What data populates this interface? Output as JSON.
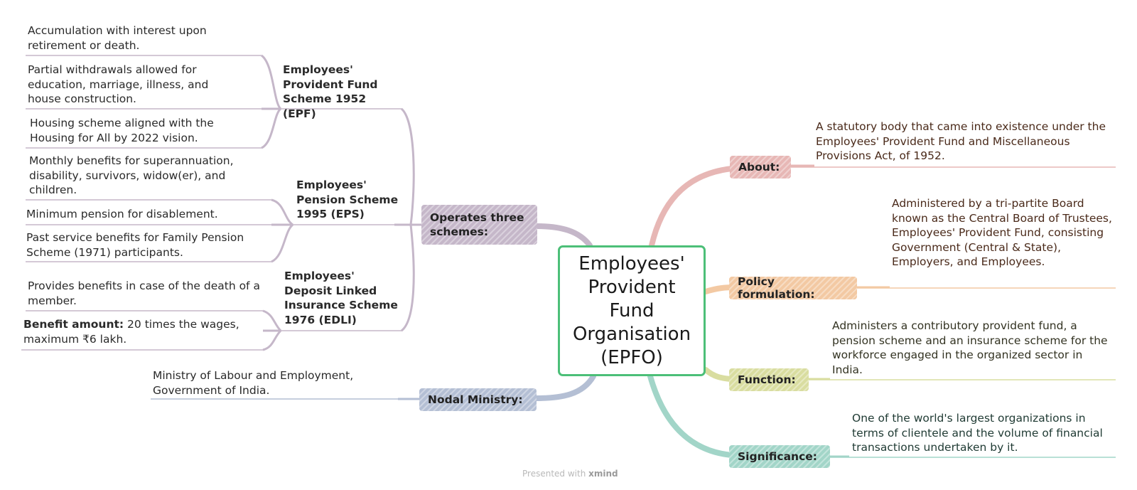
{
  "central": {
    "title": "Employees' Provident Fund Organisation (EPFO)"
  },
  "branches": {
    "about": {
      "label": "About:",
      "text": "A statutory body that came into existence under the Employees' Provident Fund and Miscellaneous Provisions Act, of 1952."
    },
    "policy": {
      "label": "Policy formulation:",
      "text": "Administered by a tri-partite Board known as the Central Board of Trustees, Employees' Provident Fund, consisting Government (Central & State), Employers, and Employees."
    },
    "function": {
      "label": "Function:",
      "text": "Administers a contributory provident fund, a pension scheme and an insurance scheme for the workforce engaged in the organized sector in India."
    },
    "significance": {
      "label": "Significance:",
      "text": "One of the world's largest organizations in terms of clientele and the volume of financial transactions undertaken by it."
    },
    "nodal": {
      "label": "Nodal Ministry:",
      "text": "Ministry of Labour and Employment, Government of India."
    },
    "schemes": {
      "label": "Operates three schemes:",
      "items": [
        {
          "title": "Employees' Provident Fund Scheme 1952 (EPF)",
          "points": [
            "Accumulation with interest upon retirement or death.",
            "Partial withdrawals allowed for education, marriage, illness, and house construction.",
            "Housing scheme aligned with the Housing for All by 2022 vision."
          ]
        },
        {
          "title": "Employees' Pension Scheme 1995 (EPS)",
          "points": [
            "Monthly benefits for superannuation, disability, survivors, widow(er), and children.",
            "Minimum pension for disablement.",
            "Past service benefits for Family Pension Scheme (1971) participants."
          ]
        },
        {
          "title": "Employees' Deposit Linked Insurance Scheme 1976 (EDLI)",
          "points": [
            "Provides benefits in case of the death of a member.",
            {
              "bold": "Benefit amount:",
              "rest": "20 times the wages, maximum ₹6 lakh."
            }
          ]
        }
      ]
    }
  },
  "footer": {
    "prefix": "Presented with",
    "brand": "xmind"
  },
  "colors": {
    "about": "#e7b7b5",
    "policy": "#f3c9a3",
    "function": "#d9dda0",
    "significance": "#a2d5c8",
    "nodal": "#b4bfd4",
    "schemes": "#c5b7c9",
    "central_border": "#4cbf78"
  }
}
